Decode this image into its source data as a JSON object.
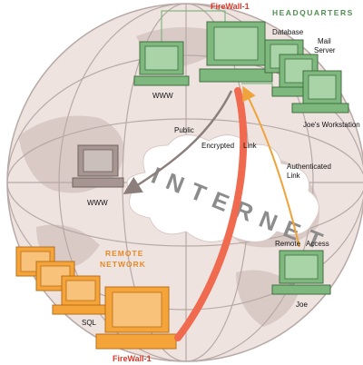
{
  "labels": {
    "firewall_top": "FireWall-1",
    "headquarters": "HEADQUARTERS",
    "database": "Database",
    "mail_server_1": "Mail",
    "mail_server_2": "Server",
    "www_hq": "WWW",
    "joes_workstation": "Joe's Workstation",
    "public": "Public",
    "encrypted_link_1": "Encrypted",
    "encrypted_link_2": "Link",
    "internet": "INTERNET",
    "www_public": "WWW",
    "authenticated_1": "Authenticated",
    "authenticated_2": "Link",
    "remote": "Remote",
    "access": "Access",
    "joe": "Joe",
    "remote_network_1": "REMOTE",
    "remote_network_2": "NETWORK",
    "sql": "SQL",
    "firewall_bottom": "FireWall-1"
  },
  "colors": {
    "globe": "#efe3e0",
    "globe_land": "#d9cac6",
    "globe_lines": "#b7a9a6",
    "hq_green": "#7fb87f",
    "remote_orange": "#f5a43a",
    "public_gray": "#a69590",
    "encrypted_red": "#ef6a4f",
    "auth_orange": "#efa33a",
    "public_arrow": "#8c7f7b",
    "label_red": "#d83a2a",
    "label_green": "#4f8f4f",
    "label_orange": "#e28a2a"
  }
}
